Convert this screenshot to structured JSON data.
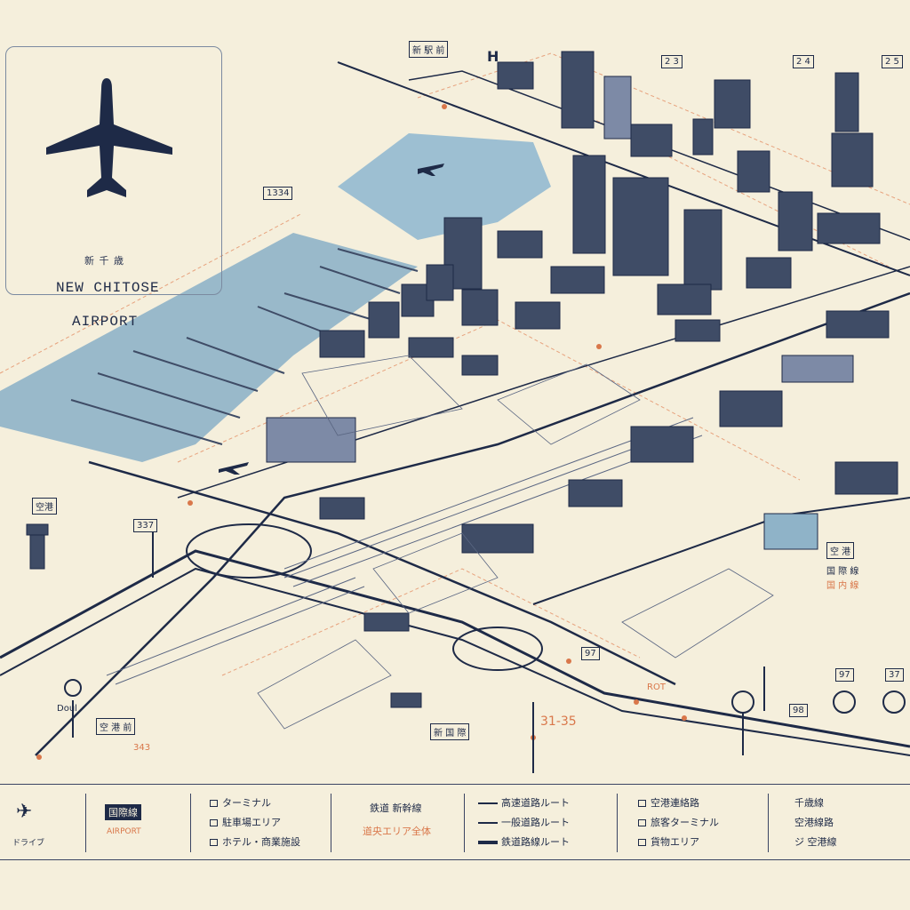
{
  "title": {
    "jp": "新 千 歳",
    "line1": "NEW CHITOSE",
    "line2": "AIRPORT"
  },
  "labels": {
    "top_station": "新 駅 前",
    "area_label": "1334",
    "left_stack": "空港",
    "left_number": "337",
    "route_number_a": "97",
    "route_number_b": "98",
    "route_number_c": "97",
    "route_number_d": "37",
    "center_sign": "31-35",
    "center_jp": "新 国 際",
    "left_bottom_jp": "空 港 前",
    "left_bottom_sub": "343",
    "bottom_tag": "ROT",
    "circle_label": "Doul",
    "legend_right_title": "空 港",
    "legend_right_a": "国 際 線",
    "legend_right_b": "国 内 線",
    "top_tag_a": "H",
    "top_tag_b": "2 3",
    "top_tag_c": "2 4",
    "top_tag_d": "2 5"
  },
  "legend": {
    "col1": {
      "icon": "airplane-icon",
      "text": "ドライブ"
    },
    "col2": {
      "title": "国際線",
      "sub": "AIRPORT"
    },
    "col3": {
      "items": [
        "ターミナル",
        "駐車場エリア",
        "ホテル・商業施設"
      ]
    },
    "col4": {
      "title": "鉄道 新幹線",
      "sub": "道央エリア全体"
    },
    "col5": {
      "items": [
        "高速道路ルート",
        "一般道路ルート",
        "鉄道路線ルート"
      ]
    },
    "col6": {
      "items": [
        "空港連絡路",
        "旅客ターミナル",
        "貨物エリア"
      ]
    },
    "col7": {
      "items": [
        "千歳線",
        "空港線路",
        "ジ 空港線"
      ]
    }
  },
  "colors": {
    "background": "#f5efdc",
    "water": "#8fb3c8",
    "road": "#1e2a47",
    "accent": "#d9774a",
    "building": "#3f4c66"
  }
}
